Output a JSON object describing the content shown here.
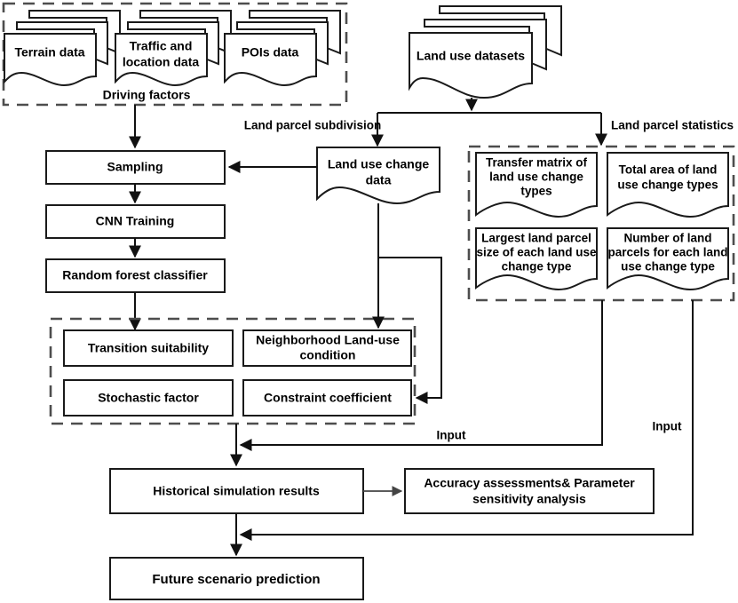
{
  "diagram": {
    "title": "Land use change simulation workflow",
    "colors": {
      "line": "#111111",
      "dashed": "#4d4d4d",
      "box_fill": "#ffffff",
      "text": "#000000"
    },
    "groups": {
      "driving_factors": "Driving factors",
      "land_parcel_statistics": "Land parcel statistics",
      "land_parcel_subdivision": "Land parcel subdivision"
    },
    "data_sources": [
      {
        "id": "terrain",
        "label": "Terrain data"
      },
      {
        "id": "traffic",
        "label": "Traffic and location data"
      },
      {
        "id": "pois",
        "label": "POIs data"
      },
      {
        "id": "landuse",
        "label": "Land use datasets"
      }
    ],
    "process_nodes": [
      {
        "id": "sampling",
        "label": "Sampling"
      },
      {
        "id": "cnn-training",
        "label": "CNN Training"
      },
      {
        "id": "random-forest",
        "label": "Random forest classifier"
      },
      {
        "id": "transition-suitability",
        "label": "Transition suitability"
      },
      {
        "id": "neighborhood-condition",
        "label": "Neighborhood Land-use condition"
      },
      {
        "id": "stochastic-factor",
        "label": "Stochastic factor"
      },
      {
        "id": "constraint-coefficient",
        "label": "Constraint coefficient"
      },
      {
        "id": "historical-simulation",
        "label": "Historical simulation results"
      },
      {
        "id": "accuracy-assessment",
        "label": "Accuracy assessments& Parameter sensitivity analysis"
      },
      {
        "id": "future-scenario",
        "label": "Future scenario prediction"
      }
    ],
    "data_nodes": [
      {
        "id": "land-use-change-data",
        "label": "Land use change data"
      },
      {
        "id": "transfer-matrix",
        "label": "Transfer matrix of land use change types"
      },
      {
        "id": "total-area",
        "label": "Total area of  land use change types"
      },
      {
        "id": "largest-parcel",
        "label": "Largest land parcel size of each land use change type"
      },
      {
        "id": "parcel-number",
        "label": "Number of land parcels for each land use change type"
      }
    ],
    "edge_labels": [
      {
        "id": "input-1",
        "label": "Input"
      },
      {
        "id": "input-2",
        "label": "Input"
      }
    ],
    "node_text": {
      "terrain": "Terrain data",
      "traffic_l1": "Traffic and",
      "traffic_l2": "location data",
      "pois": "POIs data",
      "landuse_datasets": "Land use datasets",
      "sampling": "Sampling",
      "cnn": "CNN Training",
      "random_forest": "Random forest classifier",
      "lucd_l1": "Land use change",
      "lucd_l2": "data",
      "transfer_l1": "Transfer matrix of",
      "transfer_l2": "land use change",
      "transfer_l3": "types",
      "total_l1": "Total area of  land",
      "total_l2": "use change types",
      "largest_l1": "Largest land parcel",
      "largest_l2": "size of each land use",
      "largest_l3": "change type",
      "number_l1": "Number of land",
      "number_l2": "parcels for each land",
      "number_l3": "use change type",
      "transition": "Transition suitability",
      "neighborhood_l1": "Neighborhood Land-use",
      "neighborhood_l2": "condition",
      "stochastic": "Stochastic factor",
      "constraint": "Constraint coefficient",
      "historical": "Historical simulation results",
      "accuracy_l1": "Accuracy assessments& Parameter",
      "accuracy_l2": "sensitivity analysis",
      "future": "Future scenario prediction",
      "driving_factors": "Driving factors",
      "subdivision": "Land parcel subdivision",
      "statistics": "Land parcel statistics",
      "input_1": "Input",
      "input_2": "Input"
    }
  }
}
